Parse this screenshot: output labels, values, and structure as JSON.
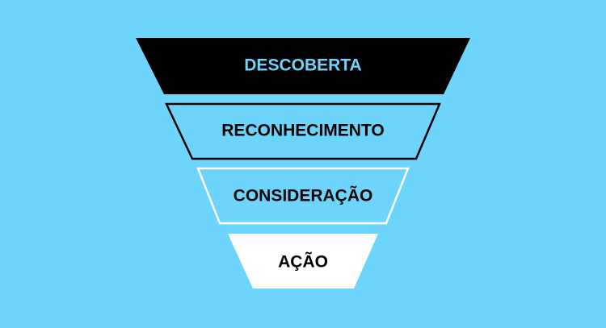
{
  "colors": {
    "background": "#6DD5FC",
    "stage_1_fill": "#000000",
    "stage_1_text": "#6DD5FC",
    "stage_2_fill": "#6DD5FC",
    "stage_2_stroke": "#000000",
    "stage_3_fill": "#6DD5FC",
    "stage_3_stroke": "#FFFFFF",
    "stage_4_fill": "#FFFFFF",
    "dark_text": "#000000"
  },
  "funnel": {
    "stages": [
      {
        "label": "DESCOBERTA"
      },
      {
        "label": "RECONHECIMENTO"
      },
      {
        "label": "CONSIDERAÇÃO"
      },
      {
        "label": "AÇÃO"
      }
    ]
  }
}
